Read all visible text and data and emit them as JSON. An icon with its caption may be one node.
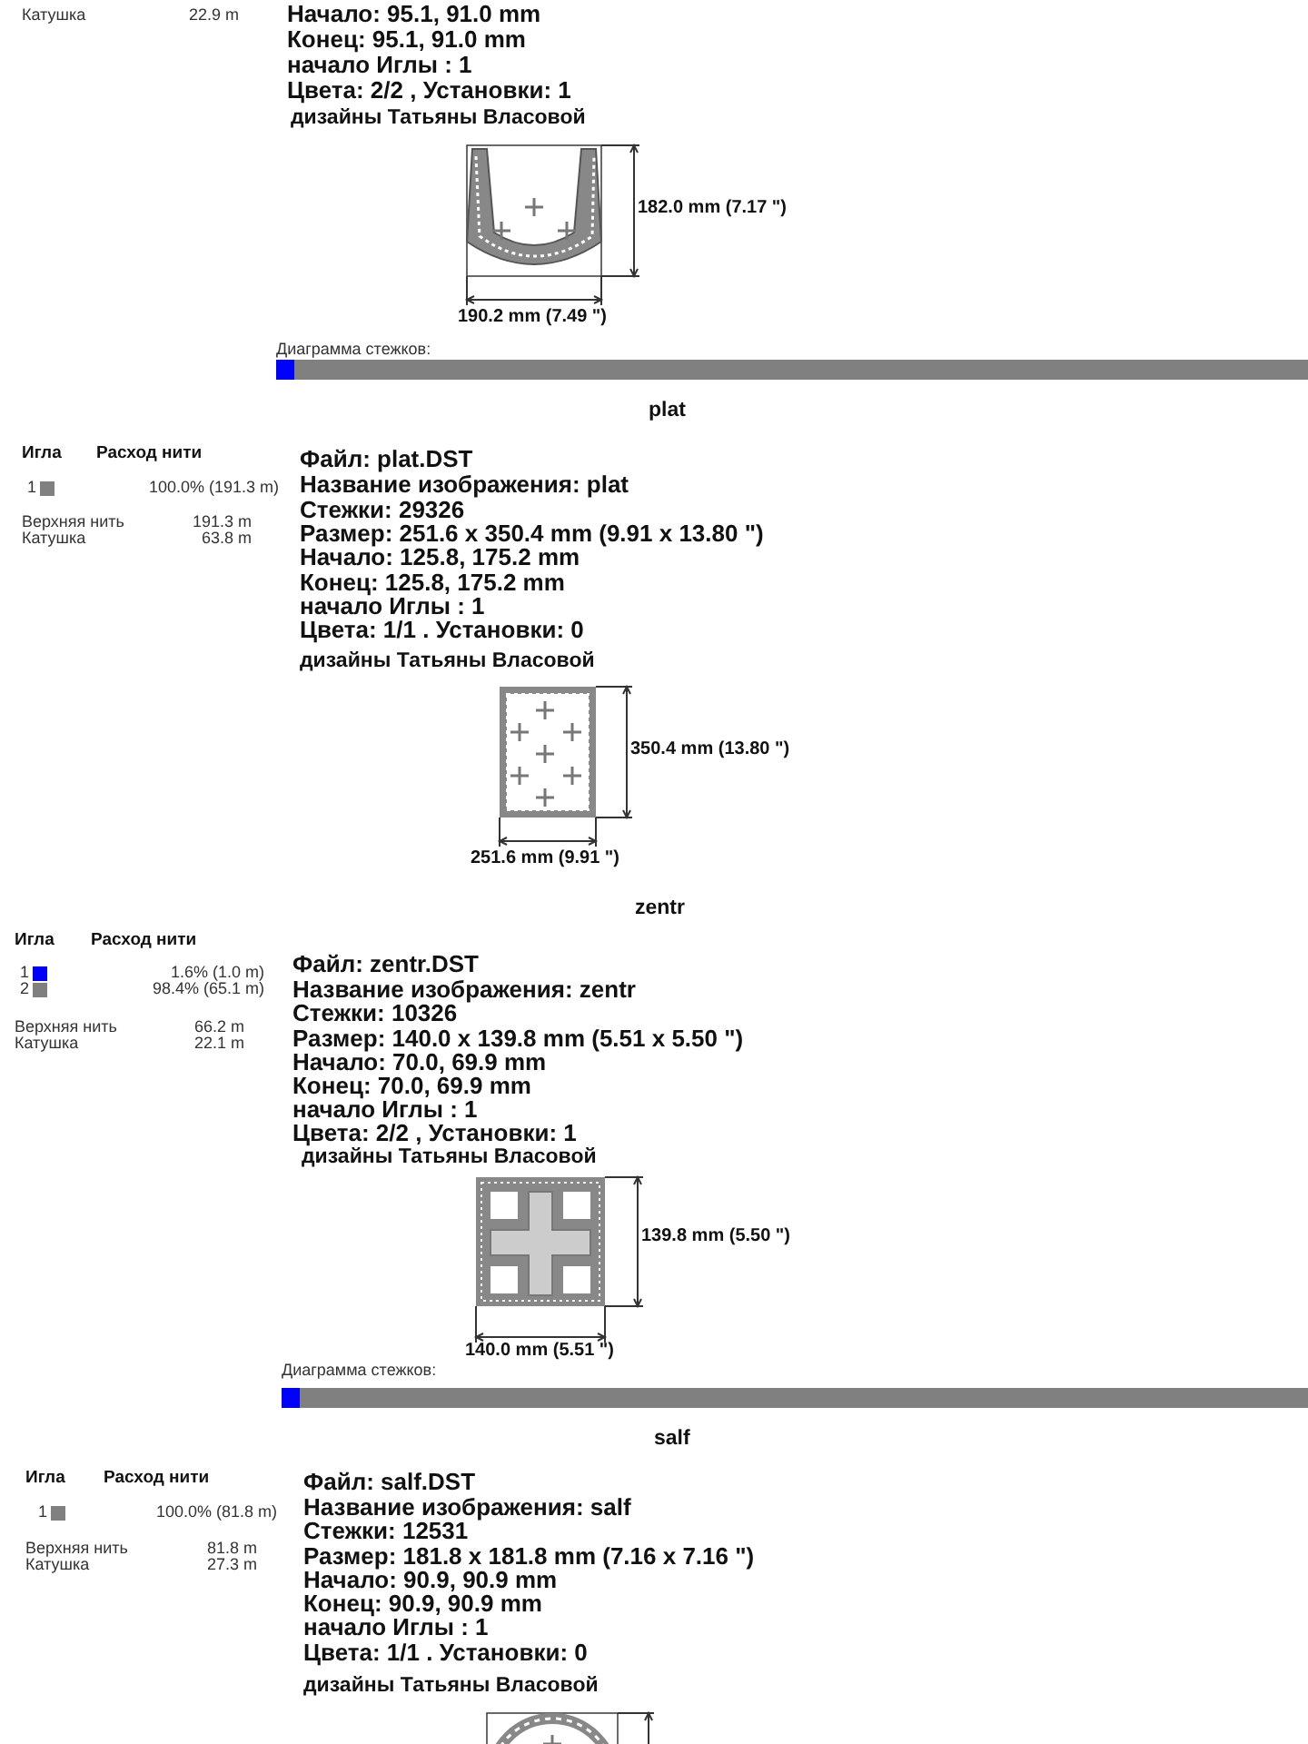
{
  "diagram": {
    "labels": [
      "Катушка",
      "22.9 m",
      "Начало: 95.1, 91.0 mm",
      "Конец: 95.1, 91.0 mm",
      "начало Иглы : 1",
      "Цвета: 2/2 , Установки: 1",
      "дизайны Татьяны Власовой",
      "182.0 mm (7.17 \")",
      "190.2 mm (7.49 \")",
      "Диаграмма стежков:",
      "plat",
      "Игла",
      "Расход нити",
      "100.0% (191.3 m)",
      "Верхняя нить",
      "191.3 m",
      "Катушка",
      "63.8 m",
      "Файл: plat.DST",
      "Название изображения: plat",
      "Стежки: 29326",
      "Размер: 251.6 x 350.4 mm (9.91 x 13.80 \")",
      "Начало: 125.8, 175.2 mm",
      "Конец: 125.8, 175.2 mm",
      "начало Иглы : 1",
      "Цвета: 1/1 . Установки: 0",
      "дизайны Татьяны Власовой",
      "350.4 mm (13.80 \")",
      "251.6 mm (9.91 \")",
      "zentr",
      "Игла",
      "Расход нити",
      "1.6% (1.0 m)",
      "98.4% (65.1 m)",
      "Верхняя нить",
      "66.2 m",
      "Катушка",
      "22.1 m",
      "Файл: zentr.DST",
      "Название изображения: zentr",
      "Стежки: 10326",
      "Размер: 140.0 x 139.8 mm (5.51 x 5.50 \")",
      "Начало: 70.0, 69.9 mm",
      "Конец: 70.0, 69.9 mm",
      "начало Иглы : 1",
      "Цвета: 2/2 , Установки: 1",
      "дизайны Татьяны Власовой",
      "139.8 mm (5.50 \")",
      "140.0 mm (5.51 \")",
      "Диаграмма стежков:",
      "salf",
      "Игла",
      "Расход нити",
      "100.0% (81.8 m)",
      "Верхняя нить",
      "81.8 m",
      "Катушка",
      "27.3 m",
      "Файл: salf.DST",
      "Название изображения: salf",
      "Стежки: 12531",
      "Размер: 181.8 x 181.8 mm (7.16 x 7.16 \")",
      "Начало: 90.9, 90.9 mm",
      "Конец: 90.9, 90.9 mm",
      "начало Иглы : 1",
      "Цвета: 1/1 . Установки: 0",
      "дизайны Татьяны Власовой"
    ],
    "legend": [
      {
        "text": "1",
        "color": "#808080"
      },
      {
        "text": "1",
        "color": "#0000ff"
      },
      {
        "text": "2",
        "color": "#808080"
      },
      {
        "text": "1",
        "color": "#808080"
      }
    ]
  }
}
